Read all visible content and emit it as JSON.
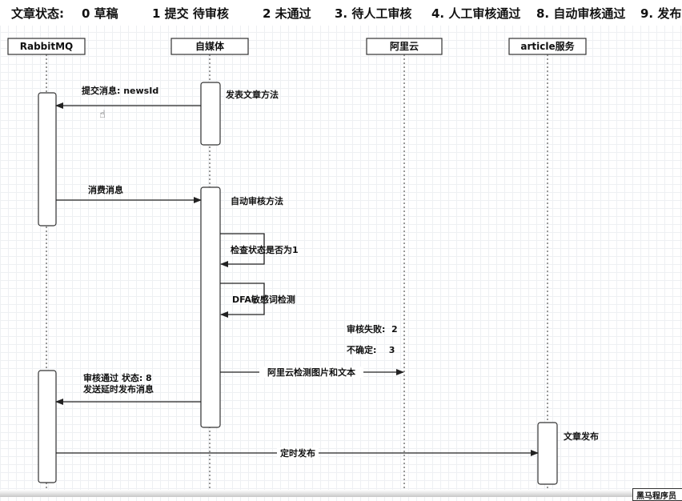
{
  "header": {
    "status_label": "文章状态:",
    "states": [
      "0 草稿",
      "1 提交 待审核",
      "2 未通过",
      "3. 待人工审核",
      "4. 人工审核通过",
      "8. 自动审核通过",
      "9. 发布"
    ]
  },
  "actors": {
    "rabbitmq": "RabbitMQ",
    "media": "自媒体",
    "aliyun": "阿里云",
    "article": "article服务"
  },
  "notes": {
    "publish_method": "发表文章方法",
    "auto_review_method": "自动审核方法",
    "article_publish": "文章发布",
    "fail_note": "审核失败:  2",
    "uncertain_note": "不确定:    3"
  },
  "messages": {
    "submit": "提交消息:  newsId",
    "consume": "消费消息",
    "check_status": "检查状态是否为1",
    "dfa": "DFA敏感词检测",
    "aliyun_check": "阿里云检测图片和文本",
    "pass_line1": "审核通过 状态: 8",
    "pass_line2": "发送延时发布消息",
    "timed_publish": "定时发布"
  },
  "watermark": "黑马程序员"
}
